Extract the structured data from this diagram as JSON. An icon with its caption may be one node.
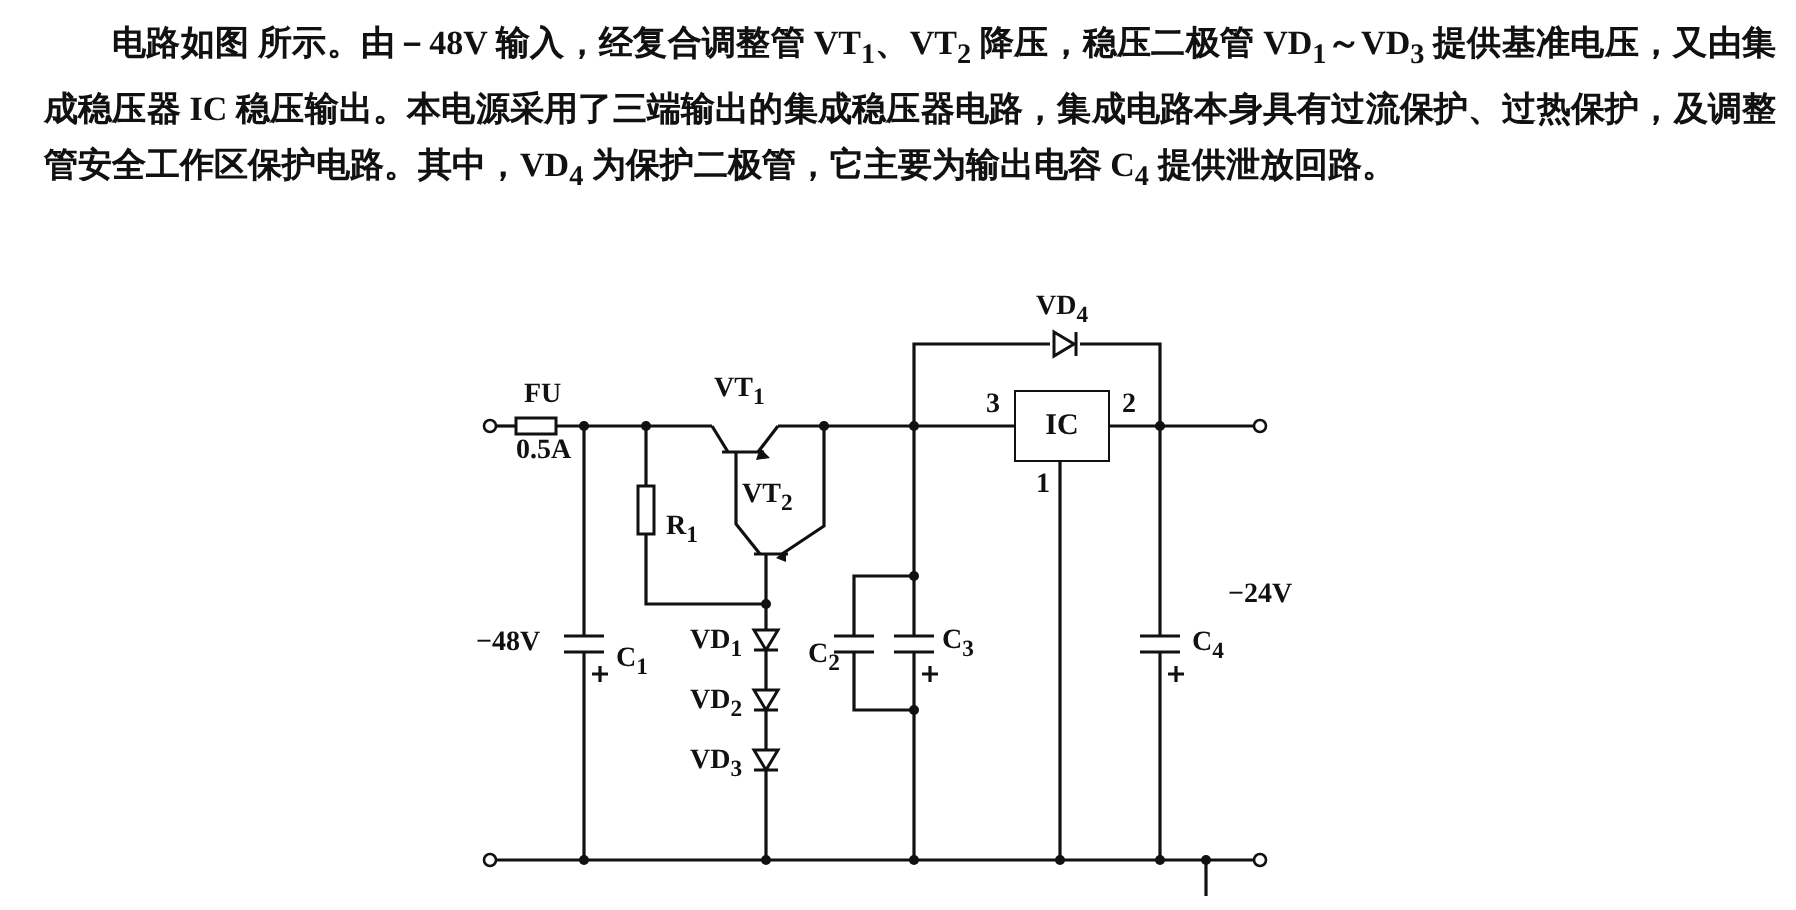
{
  "diagram": {
    "nodes": [
      {
        "text": [
          "IC"
        ]
      }
    ],
    "labels": [
      "电路如图 所示。由－48V 输入，经复合调整管 VT$_{1}$、VT$_{2}$ 降压，稳压二极管 VD$_{1}$～VD$_{3}$ 提供基准电压，又由集成稳压器 IC 稳压输出。本电源采用了三端输出的集成稳压器电路，集成电路本身具有过流保护、过热保护，及调整管安全工作区保护电路。其中，VD$_{4}$ 为保护二极管，它主要为输出电容 C$_{4}$ 提供泄放回路。",
      "VD$_{4}$",
      "FU",
      "VT$_{1}$",
      "3",
      "2",
      "0.5A",
      "1",
      "VT$_{2}$",
      "R$_{1}$",
      "−24V",
      "C$_{3}$",
      "−48V",
      "C$_{1}$",
      "C$_{2}$",
      "C$_{4}$",
      "VD$_{1}$",
      "VD$_{2}$",
      "VD$_{3}$"
    ]
  }
}
